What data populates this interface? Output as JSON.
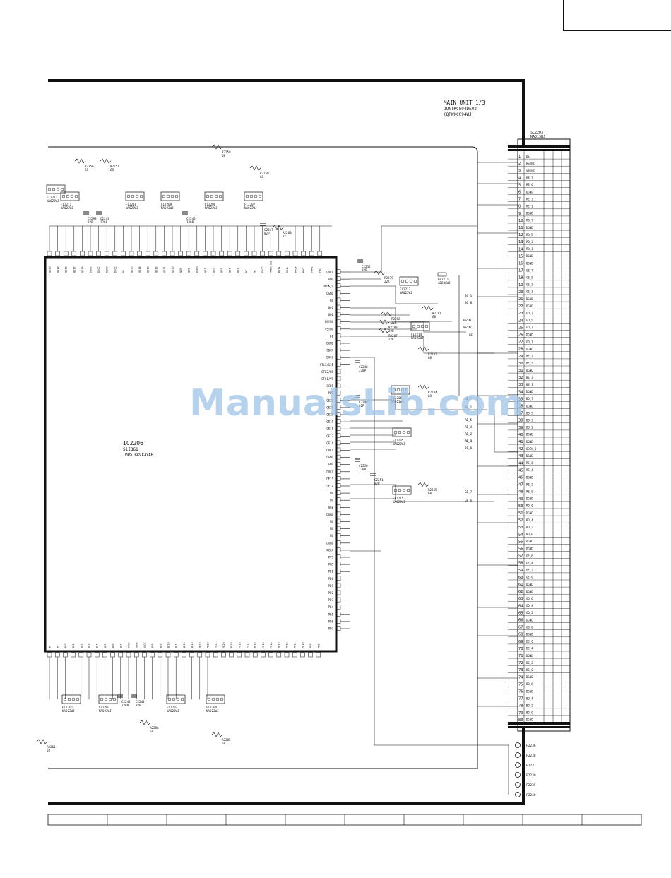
{
  "title": {
    "unit": "MAIN  UNIT 1/3",
    "part": "DUNTKC094DE02",
    "alt_part": "(QPWXC094WJ)"
  },
  "watermark": "ManualsLib.com",
  "ic": {
    "ref": "IC2206",
    "part": "SiI861",
    "desc": "TMDS RECEIVER"
  },
  "connector": {
    "ref": "SC2203",
    "part": "NA01SWJ",
    "pins": [
      {
        "n": "1",
        "sig": "DE"
      },
      {
        "n": "2",
        "sig": "HSYNC"
      },
      {
        "n": "3",
        "sig": "VSYNC"
      },
      {
        "n": "4",
        "sig": "RE_7"
      },
      {
        "n": "5",
        "sig": "RE_6"
      },
      {
        "n": "6",
        "sig": "DGND"
      },
      {
        "n": "7",
        "sig": "RE_3"
      },
      {
        "n": "8",
        "sig": "RE_1"
      },
      {
        "n": "9",
        "sig": "DGND"
      },
      {
        "n": "10",
        "sig": "RO_7"
      },
      {
        "n": "11",
        "sig": "DGND"
      },
      {
        "n": "12",
        "sig": "RO_5"
      },
      {
        "n": "13",
        "sig": "RO_3"
      },
      {
        "n": "14",
        "sig": "RO_1"
      },
      {
        "n": "15",
        "sig": "DGND"
      },
      {
        "n": "16",
        "sig": "DGND"
      },
      {
        "n": "17",
        "sig": "GE_7"
      },
      {
        "n": "18",
        "sig": "GE_5"
      },
      {
        "n": "19",
        "sig": "GE_3"
      },
      {
        "n": "20",
        "sig": "GE_1"
      },
      {
        "n": "21",
        "sig": "DGND"
      },
      {
        "n": "22",
        "sig": "DGND"
      },
      {
        "n": "23",
        "sig": "GO_7"
      },
      {
        "n": "24",
        "sig": "GO_5"
      },
      {
        "n": "25",
        "sig": "GO_3"
      },
      {
        "n": "26",
        "sig": "DGND"
      },
      {
        "n": "27",
        "sig": "GO_1"
      },
      {
        "n": "28",
        "sig": "DGND"
      },
      {
        "n": "29",
        "sig": "BE_7"
      },
      {
        "n": "30",
        "sig": "BE_5"
      },
      {
        "n": "31",
        "sig": "DGND"
      },
      {
        "n": "32",
        "sig": "BE_3"
      },
      {
        "n": "33",
        "sig": "BE_1"
      },
      {
        "n": "34",
        "sig": "DGND"
      },
      {
        "n": "35",
        "sig": "BO_7"
      },
      {
        "n": "36",
        "sig": "DGND"
      },
      {
        "n": "37",
        "sig": "BO_5"
      },
      {
        "n": "38",
        "sig": "BO_3"
      },
      {
        "n": "39",
        "sig": "BO_1"
      },
      {
        "n": "40",
        "sig": "DGND"
      },
      {
        "n": "41",
        "sig": "DGND"
      },
      {
        "n": "42",
        "sig": "ODCK_O"
      },
      {
        "n": "43",
        "sig": "DGND"
      },
      {
        "n": "44",
        "sig": "RE_6"
      },
      {
        "n": "45",
        "sig": "RE_4"
      },
      {
        "n": "46",
        "sig": "DGND"
      },
      {
        "n": "47",
        "sig": "RE_2"
      },
      {
        "n": "48",
        "sig": "RE_0"
      },
      {
        "n": "49",
        "sig": "DGND"
      },
      {
        "n": "50",
        "sig": "RO_6"
      },
      {
        "n": "51",
        "sig": "DGND"
      },
      {
        "n": "52",
        "sig": "RO_4"
      },
      {
        "n": "53",
        "sig": "RO_2"
      },
      {
        "n": "54",
        "sig": "RO_0"
      },
      {
        "n": "55",
        "sig": "DGND"
      },
      {
        "n": "56",
        "sig": "DGND"
      },
      {
        "n": "57",
        "sig": "GE_6"
      },
      {
        "n": "58",
        "sig": "GE_4"
      },
      {
        "n": "59",
        "sig": "GE_2"
      },
      {
        "n": "60",
        "sig": "GE_0"
      },
      {
        "n": "61",
        "sig": "DGND"
      },
      {
        "n": "62",
        "sig": "DGND"
      },
      {
        "n": "63",
        "sig": "GO_6"
      },
      {
        "n": "64",
        "sig": "GO_4"
      },
      {
        "n": "65",
        "sig": "GO_2"
      },
      {
        "n": "66",
        "sig": "DGND"
      },
      {
        "n": "67",
        "sig": "GO_0"
      },
      {
        "n": "68",
        "sig": "DGND"
      },
      {
        "n": "69",
        "sig": "BE_6"
      },
      {
        "n": "70",
        "sig": "BE_4"
      },
      {
        "n": "71",
        "sig": "DGND"
      },
      {
        "n": "72",
        "sig": "BE_2"
      },
      {
        "n": "73",
        "sig": "BE_0"
      },
      {
        "n": "74",
        "sig": "DGND"
      },
      {
        "n": "75",
        "sig": "BO_6"
      },
      {
        "n": "76",
        "sig": "DGND"
      },
      {
        "n": "77",
        "sig": "BO_4"
      },
      {
        "n": "78",
        "sig": "BO_2"
      },
      {
        "n": "79",
        "sig": "BO_0"
      },
      {
        "n": "80",
        "sig": "DGND"
      }
    ]
  },
  "ic_right_pins": [
    "DVCC",
    "GND",
    "ODCK_O",
    "DGND",
    "NC",
    "QO1",
    "QO0",
    "HSYNC",
    "VSYNC",
    "DE",
    "DGND",
    "ODCK",
    "DVCC",
    "CTL3/ISE",
    "CTL2/HS",
    "CTL1/VS",
    "SCDT",
    "PDO",
    "QE22",
    "QE21",
    "QE20",
    "QE19",
    "QE18",
    "QE17",
    "QE16",
    "DVCC",
    "DGND",
    "GND",
    "DVCC",
    "QE15",
    "QE14",
    "NC",
    "NC",
    "AGE",
    "DGND",
    "NC",
    "NC",
    "NC",
    "DGND",
    "PCLK",
    "PVS",
    "PHS",
    "PDE",
    "PD0",
    "PD1",
    "PD2",
    "PD3",
    "PD4",
    "PD5",
    "PD6",
    "PD7"
  ],
  "ic_top_pins": [
    "QO20",
    "QO19",
    "QO18",
    "QO17",
    "QO16",
    "DGND",
    "DVCC",
    "DGND",
    "DVCC",
    "NC",
    "QO15",
    "QO14",
    "QO13",
    "QO12",
    "QO11",
    "QO10",
    "QO9",
    "QO8",
    "DGND",
    "QO7",
    "QO6",
    "QO5",
    "QO4",
    "QO3",
    "NC",
    "NC",
    "DVCC",
    "TMDS_SCL",
    "RX1+",
    "RX1-",
    "RXC+",
    "RXC-",
    "PWR1",
    "CTL"
  ],
  "ic_bottom_pins": [
    "NC",
    "NC",
    "QE0",
    "QE1",
    "QE2",
    "QE3",
    "QE4",
    "QE5",
    "QE6",
    "QE7",
    "DVCC",
    "DGND",
    "DVCC",
    "QE8",
    "QE9",
    "QE10",
    "QE11",
    "QE12",
    "QE13",
    "PD23",
    "PD22",
    "PD21",
    "PD20",
    "PD19",
    "PD18",
    "PD17",
    "PD16",
    "PD15",
    "PD14",
    "PD13",
    "PD12",
    "PD11",
    "PD10",
    "PD9",
    "PD8"
  ],
  "parts": [
    {
      "ref": "FL2211",
      "val": "NA022WJ"
    },
    {
      "ref": "FL2210",
      "val": "NA022WJ"
    },
    {
      "ref": "FL2209",
      "val": "NA022WJ"
    },
    {
      "ref": "FL2208",
      "val": "NA022WJ"
    },
    {
      "ref": "FL2207",
      "val": "NA022WJ"
    },
    {
      "ref": "FL2212",
      "val": "NA022WJ"
    },
    {
      "ref": "FL2213",
      "val": "NA022WJ"
    },
    {
      "ref": "FL2214",
      "val": "NA022WJ"
    },
    {
      "ref": "FL2206",
      "val": "NA022WJ"
    },
    {
      "ref": "FL2205",
      "val": "NA022WJ"
    },
    {
      "ref": "FL2215",
      "val": "NA022WJ"
    },
    {
      "ref": "FL2201",
      "val": "NA022WJ"
    },
    {
      "ref": "FL2203",
      "val": "NA022WJ"
    },
    {
      "ref": "FL2202",
      "val": "NA022WJ"
    },
    {
      "ref": "FL2204",
      "val": "NA022WJ"
    },
    {
      "ref": "FB2211",
      "val": "AD006WJ"
    },
    {
      "ref": "R2256",
      "val": "68"
    },
    {
      "ref": "R2257",
      "val": "68"
    },
    {
      "ref": "R2258",
      "val": "68"
    },
    {
      "ref": "R2259",
      "val": "68"
    },
    {
      "ref": "R2260",
      "val": "1k"
    },
    {
      "ref": "R2279",
      "val": "22K"
    },
    {
      "ref": "R2281",
      "val": "68"
    },
    {
      "ref": "R2288",
      "val": "22K"
    },
    {
      "ref": "R2283",
      "val": "22K"
    },
    {
      "ref": "R2287",
      "val": "22K"
    },
    {
      "ref": "R2282",
      "val": "68"
    },
    {
      "ref": "R2284",
      "val": "68"
    },
    {
      "ref": "R2285",
      "val": "68"
    },
    {
      "ref": "R2261",
      "val": "68"
    },
    {
      "ref": "R2286",
      "val": "68"
    },
    {
      "ref": "R2265",
      "val": "68"
    },
    {
      "ref": "C2293",
      "val": "82P"
    },
    {
      "ref": "C2243",
      "val": "220P"
    },
    {
      "ref": "C2245",
      "val": "330P"
    },
    {
      "ref": "C2247",
      "val": "82P"
    },
    {
      "ref": "C2252",
      "val": "82P"
    },
    {
      "ref": "C2248",
      "val": "330P"
    },
    {
      "ref": "C2249",
      "val": "82P"
    },
    {
      "ref": "C2250",
      "val": "220P"
    },
    {
      "ref": "C2251",
      "val": "82P"
    },
    {
      "ref": "C2242",
      "val": "220P"
    },
    {
      "ref": "C2244",
      "val": "82P"
    }
  ],
  "mid_labels": [
    {
      "t": "BO_1"
    },
    {
      "t": "BO_0"
    },
    {
      "t": "HSYNC"
    },
    {
      "t": "VSYNC"
    },
    {
      "t": "DE"
    },
    {
      "t": "RE_7"
    },
    {
      "t": "RE_1"
    },
    {
      "t": "RE_5"
    },
    {
      "t": "RE_4"
    },
    {
      "t": "RE_2"
    },
    {
      "t": "RE_3"
    },
    {
      "t": "RE_1"
    },
    {
      "t": "RE_0"
    },
    {
      "t": "GE_7"
    },
    {
      "t": "GE_6"
    }
  ],
  "test_points": [
    "P2236",
    "P2238",
    "P2237",
    "P2239",
    "P2235",
    "P2240"
  ],
  "footer_cells": 10
}
